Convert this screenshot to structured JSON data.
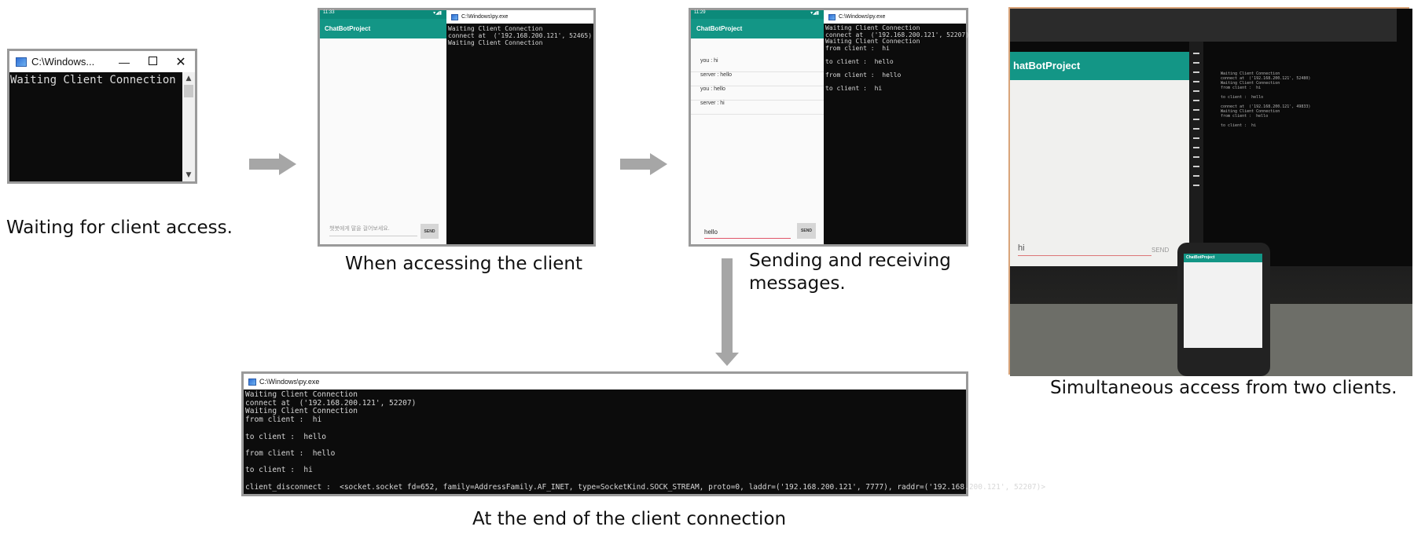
{
  "panel1": {
    "title": "C:\\Windows...",
    "console": "Waiting Client Connection",
    "caption": "Waiting for client access."
  },
  "panel2": {
    "status_time": "11:33",
    "app_title": "ChatBotProject",
    "input_placeholder": "챗봇에게 말을 걸어보세요.",
    "send_label": "SEND",
    "console_title": "C:\\Windows\\py.exe",
    "console": "Waiting Client Connection\nconnect at  ('192.168.200.121', 52465)\nWaiting Client Connection",
    "caption": "When accessing the client"
  },
  "panel3": {
    "status_time": "11:29",
    "app_title": "ChatBotProject",
    "messages": [
      "you : hi",
      "server : hello",
      "you : hello",
      "server : hi"
    ],
    "input_value": "hello",
    "send_label": "SEND",
    "console_title": "C:\\Windows\\py.exe",
    "console": "Waiting Client Connection\nconnect at  ('192.168.200.121', 52207)\nWaiting Client Connection\nfrom client :  hi\n\nto client :  hello\n\nfrom client :  hello\n\nto client :  hi",
    "caption": "Sending and receiving\nmessages."
  },
  "panel4": {
    "console_title": "C:\\Windows\\py.exe",
    "console": "Waiting Client Connection\nconnect at  ('192.168.200.121', 52207)\nWaiting Client Connection\nfrom client :  hi\n\nto client :  hello\n\nfrom client :  hello\n\nto client :  hi\n\nclient_disconnect :  <socket.socket fd=652, family=AddressFamily.AF_INET, type=SocketKind.SOCK_STREAM, proto=0, laddr=('192.168.200.121', 7777), raddr=('192.168.200.121', 52207)>",
    "caption": "At the end of the client connection"
  },
  "panel5": {
    "photo_app_title": "hatBotProject",
    "photo_input": "hi",
    "photo_send": "SEND",
    "photo_console": "Waiting Client Connection\nconnect at  ('192.168.200.121', 52480)\nWaiting Client Connection\nfrom client :  hi\n\nto client :  hello\n\nconnect at  ('192.168.200.121', 49833)\nWaiting Client Connection\nfrom client :  hello\n\nto client :  hi",
    "phone_title": "ChatBotProject",
    "caption": "Simultaneous access from two clients."
  },
  "colors": {
    "accent_teal": "#139686",
    "console_bg": "#0c0c0c",
    "arrow": "#a6a6a6"
  }
}
